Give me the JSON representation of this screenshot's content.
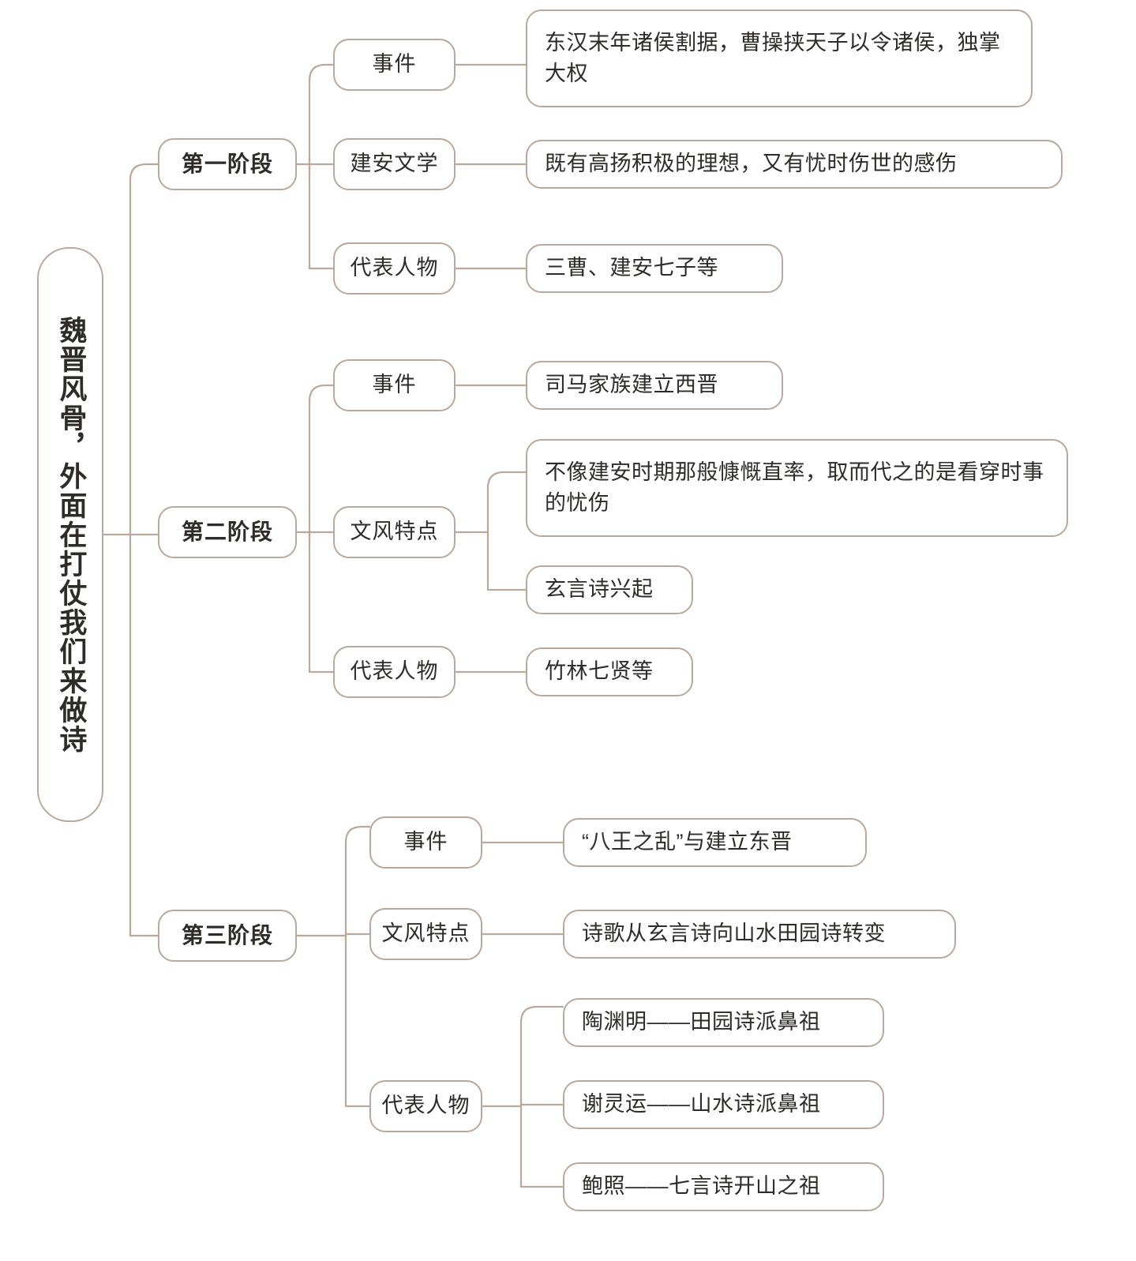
{
  "diagram": {
    "type": "mind-map",
    "title": "魏晋风骨，外面在打仗我们来做诗",
    "line_color": "#b9a89b",
    "text_color": "#2e2b29",
    "background": "#ffffff"
  },
  "root": {
    "label": "魏晋风骨，外面在打仗我们来做诗"
  },
  "stages": [
    {
      "label": "第一阶段",
      "categories": [
        {
          "label": "事件",
          "details": [
            "东汉末年诸侯割据，曹操挟天子以令诸侯，独掌大权"
          ]
        },
        {
          "label": "建安文学",
          "details": [
            "既有高扬积极的理想，又有忧时伤世的感伤"
          ]
        },
        {
          "label": "代表人物",
          "details": [
            "三曹、建安七子等"
          ]
        }
      ]
    },
    {
      "label": "第二阶段",
      "categories": [
        {
          "label": "事件",
          "details": [
            "司马家族建立西晋"
          ]
        },
        {
          "label": "文风特点",
          "details": [
            "不像建安时期那般慷慨直率，取而代之的是看穿时事的忧伤",
            "玄言诗兴起"
          ]
        },
        {
          "label": "代表人物",
          "details": [
            "竹林七贤等"
          ]
        }
      ]
    },
    {
      "label": "第三阶段",
      "categories": [
        {
          "label": "事件",
          "details": [
            "“八王之乱”与建立东晋"
          ]
        },
        {
          "label": "文风特点",
          "details": [
            "诗歌从玄言诗向山水田园诗转变"
          ]
        },
        {
          "label": "代表人物",
          "details": [
            "陶渊明——田园诗派鼻祖",
            "谢灵运——山水诗派鼻祖",
            "鲍照——七言诗开山之祖"
          ]
        }
      ]
    }
  ]
}
